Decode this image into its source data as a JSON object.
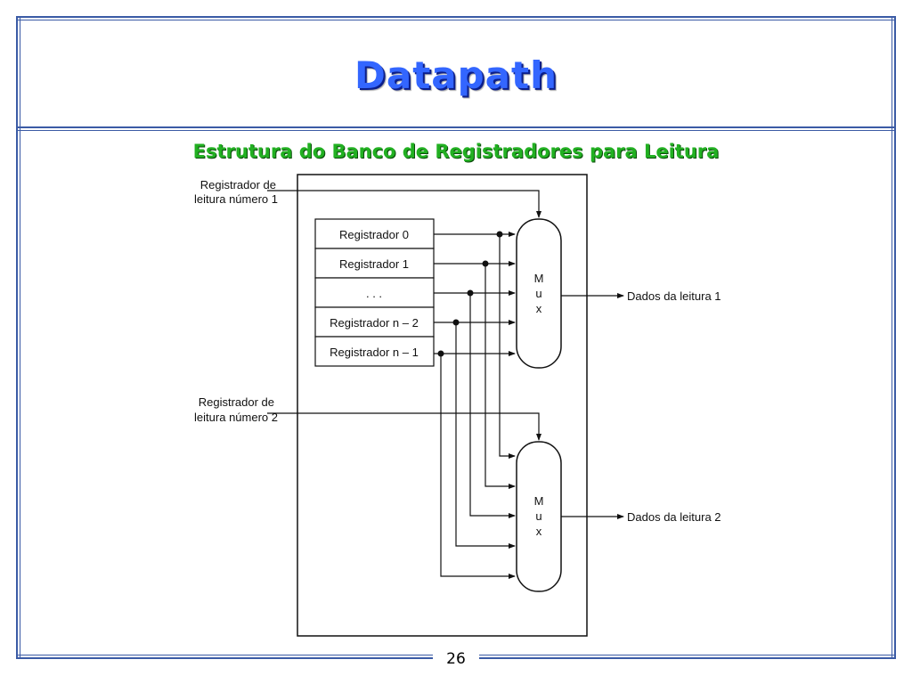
{
  "slide": {
    "title": "Datapath",
    "subtitle": "Estrutura do Banco de Registradores para Leitura",
    "page_number": "26"
  },
  "diagram": {
    "read_reg_1_label": [
      "Registrador de",
      "leitura número 1"
    ],
    "read_reg_2_label": [
      "Registrador de",
      "leitura número 2"
    ],
    "registers": [
      "Registrador 0",
      "Registrador 1",
      ". . .",
      "Registrador n – 2",
      "Registrador n – 1"
    ],
    "mux_letters": [
      "M",
      "u",
      "x"
    ],
    "output_1": "Dados da leitura 1",
    "output_2": "Dados da leitura 2"
  },
  "colors": {
    "title": "#3366ff",
    "subtitle": "#22b022",
    "frame": "#3b5ba5"
  }
}
